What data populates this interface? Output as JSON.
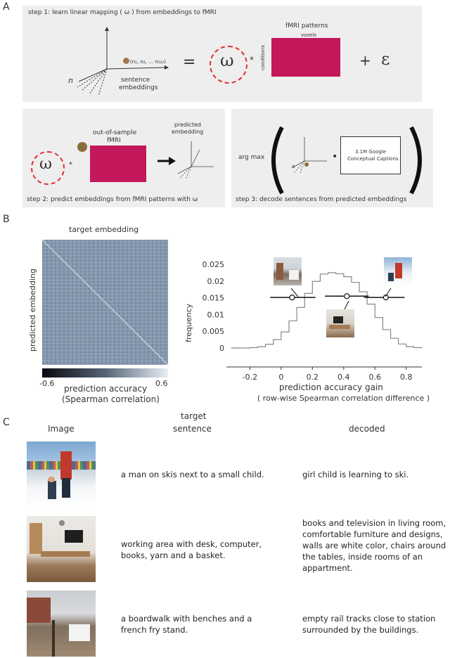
{
  "panels": {
    "a": "A",
    "b": "B",
    "c": "C"
  },
  "panel_a": {
    "step1_title": "step 1: learn linear mapping ( ω ) from embeddings to fMRI",
    "fmri_patterns_label": "fMRI patterns",
    "voxels_label": "voxels",
    "conditions_label": "conditions",
    "n_label": "n",
    "sentence_label": "sentence",
    "embeddings_label": "embeddings",
    "subscripts_label": "(n₁, n₂, … n₅₂₂)",
    "equals": "=",
    "omega": "ω",
    "times": "*",
    "plus": "+",
    "epsilon": "ε",
    "step2_caption": "step 2: predict embeddings from fMRI patterns with ω",
    "oos_label_1": "out-of-sample",
    "oos_label_2": "fMRI",
    "predicted_label_1": "predicted",
    "predicted_label_2": "embedding",
    "arg_max": "arg max",
    "gcc_line1": "3.1M Google",
    "gcc_line2": "Conceptual Captions",
    "dot": "•",
    "step3_caption": "step 3: decode sentences from predicted embeddings",
    "colors": {
      "omega_circle": "#e03030",
      "fmri_fill": "#c2185b",
      "box_bg": "#eeeeee"
    }
  },
  "panel_b": {
    "heatmap_title": "target embedding",
    "heatmap_ylabel": "predicted embedding",
    "colorbar_min": "-0.6",
    "colorbar_max": "0.6",
    "colorbar_label_1": "prediction accuracy",
    "colorbar_label_2": "(Spearman correlation)",
    "chart_data": {
      "type": "line",
      "xlabel": "prediction accuracy gain",
      "xlabel_sub": "( row-wise Spearman correlation difference )",
      "ylabel": "frequency",
      "xlim": [
        -0.35,
        0.9
      ],
      "ylim": [
        0,
        0.025
      ],
      "x_ticks": [
        "-0.2",
        "0",
        "0.2",
        "0.4",
        "0.6",
        "0.8"
      ],
      "x_tick_values": [
        -0.2,
        0,
        0.2,
        0.4,
        0.6,
        0.8
      ],
      "y_ticks": [
        "0",
        "0.005",
        "0.01",
        "0.015",
        "0.02",
        "0.025"
      ],
      "y_tick_values": [
        0,
        0.005,
        0.01,
        0.015,
        0.02,
        0.025
      ],
      "series": [
        {
          "x": [
            -0.32,
            -0.25,
            -0.2,
            -0.15,
            -0.1,
            -0.05,
            0,
            0.05,
            0.1,
            0.15,
            0.2,
            0.25,
            0.3,
            0.35,
            0.4,
            0.45,
            0.5,
            0.55,
            0.6,
            0.65,
            0.7,
            0.75,
            0.8,
            0.85,
            0.9
          ],
          "y": [
            0,
            0,
            0.0001,
            0.0004,
            0.0011,
            0.0025,
            0.0048,
            0.0081,
            0.0121,
            0.0163,
            0.0199,
            0.0221,
            0.0225,
            0.0222,
            0.0213,
            0.0196,
            0.0168,
            0.0131,
            0.0091,
            0.0055,
            0.0029,
            0.0012,
            0.0004,
            0.0001,
            0
          ]
        }
      ],
      "examples": [
        {
          "x": 0.07,
          "y": 0.0151,
          "ci": [
            -0.07,
            0.22
          ]
        },
        {
          "x": 0.42,
          "y": 0.0155,
          "ci": [
            0.28,
            0.56
          ]
        },
        {
          "x": 0.67,
          "y": 0.0151,
          "ci": [
            0.53,
            0.79
          ]
        }
      ]
    }
  },
  "panel_c": {
    "header_image": "Image",
    "header_target_1": "target",
    "header_target_2": "sentence",
    "header_decoded": "decoded",
    "rows": [
      {
        "target": "a man on skis next to a small child.",
        "decoded": "girl child is learning to ski."
      },
      {
        "target": "working area with desk, computer, books, yarn and a basket.",
        "decoded": "books and television in living room, comfortable furniture and designs, walls are white color, chairs around the tables, inside rooms of an appartment."
      },
      {
        "target": "a boardwalk with benches and a french fry stand.",
        "decoded": "empty rail tracks close to station surrounded by the buildings."
      }
    ]
  }
}
